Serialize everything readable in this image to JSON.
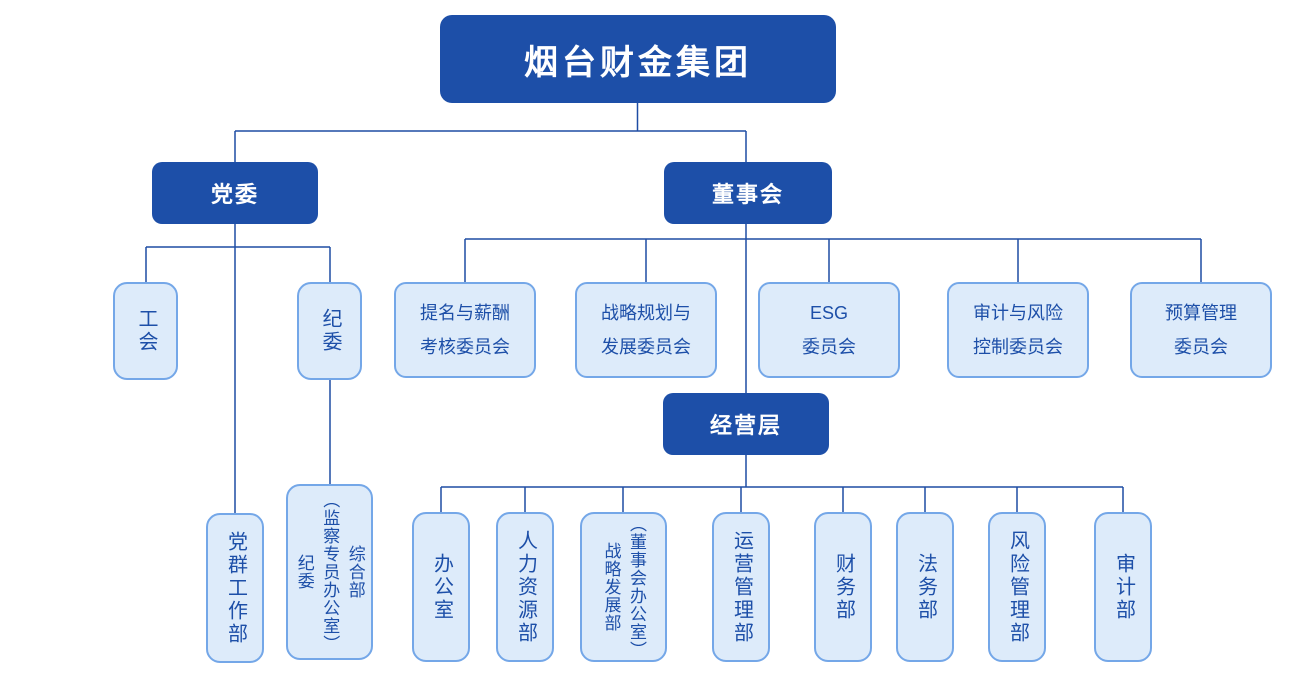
{
  "colors": {
    "primary_blue": "#1d4fa8",
    "light_fill": "#ddebfa",
    "light_border": "#74a7e8",
    "connector_line": "#1e4da4",
    "background": "#ffffff"
  },
  "org_chart": {
    "root": {
      "label": "烟台财金集团"
    },
    "party": {
      "label": "党委",
      "labor_union": {
        "label": "工会"
      },
      "discipline_committee": {
        "label": "纪委",
        "general_office": {
          "label": "纪委\n（监察专员办公室）\n综合部"
        }
      },
      "party_mass_dept": {
        "label": "党群工作部"
      }
    },
    "board": {
      "label": "董事会",
      "committees": [
        {
          "label": "提名与薪酬\n考核委员会"
        },
        {
          "label": "战略规划与\n发展委员会"
        },
        {
          "label": "ESG\n委员会"
        },
        {
          "label": "审计与风险\n控制委员会"
        },
        {
          "label": "预算管理\n委员会"
        }
      ]
    },
    "management": {
      "label": "经营层",
      "departments": [
        {
          "label": "办公室"
        },
        {
          "label": "人力资源部"
        },
        {
          "label": "战略发展部\n（董事会办公室）"
        },
        {
          "label": "运营管理部"
        },
        {
          "label": "财务部"
        },
        {
          "label": "法务部"
        },
        {
          "label": "风险管理部"
        },
        {
          "label": "审计部"
        }
      ]
    }
  }
}
